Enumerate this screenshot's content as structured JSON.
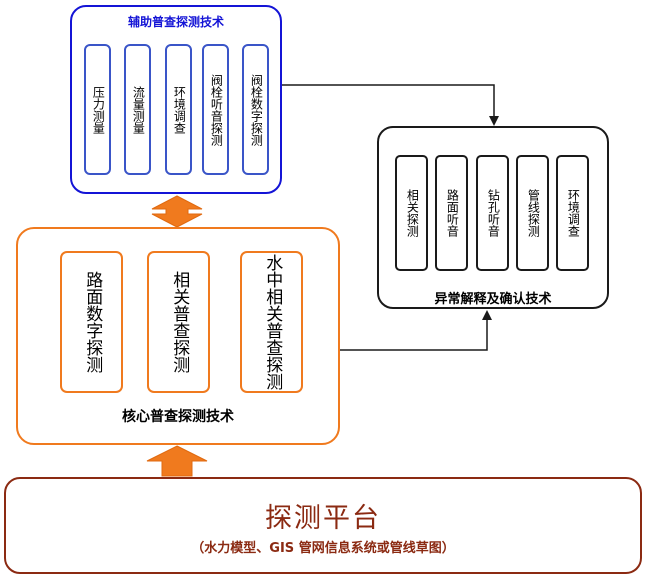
{
  "auxiliary": {
    "title": "辅助普查探测技术",
    "items": [
      "压力测量",
      "流量测量",
      "环境调查",
      "阀栓听音探测",
      "阀栓数字探测"
    ]
  },
  "core": {
    "title": "核心普查探测技术",
    "items": [
      "路面数字探测",
      "相关普查探测",
      "水中相关普查探测"
    ]
  },
  "anomaly": {
    "title": "异常解释及确认技术",
    "items": [
      "相关探测",
      "路面听音",
      "钻孔听音",
      "管线探测",
      "环境调查"
    ]
  },
  "platform": {
    "title": "探测平台",
    "subtitle": "（水力模型、GIS 管网信息系统或管线草图）"
  },
  "colors": {
    "auxiliary_border": "#1414d6",
    "core_border": "#f07a1e",
    "anomaly_border": "#1a1a1a",
    "platform_border": "#8b2a12",
    "connector_fill": "#f07a1e"
  }
}
